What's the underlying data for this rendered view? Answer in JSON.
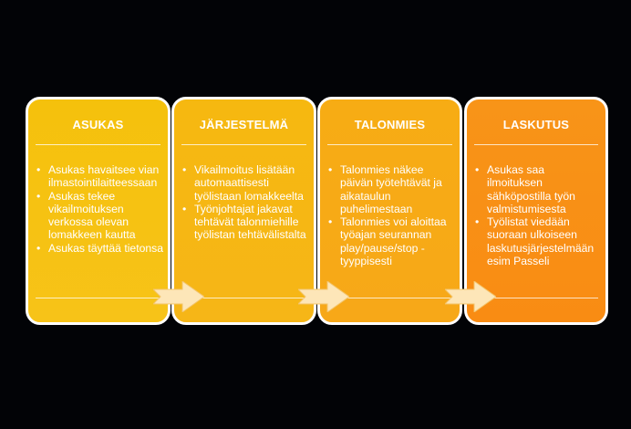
{
  "steps": [
    {
      "title": "ASUKAS",
      "items": [
        "Asukas havaitsee vian ilmastointilaitteessaan",
        "Asukas tekee vikailmoituksen verkossa olevan lomakkeen kautta",
        "Asukas täyttää tietonsa"
      ]
    },
    {
      "title": "JÄRJESTELMÄ",
      "items": [
        "Vikailmoitus lisätään automaattisesti työlistaan lomakkeelta",
        "Työnjohtajat jakavat tehtävät talonmiehille työlistan tehtävälistalta"
      ]
    },
    {
      "title": "TALONMIES",
      "items": [
        "Talonmies näkee päivän työtehtävät ja aikataulun puhelimestaan",
        "Talonmies voi aloittaa työajan seurannan play/pause/stop -tyyppisesti"
      ]
    },
    {
      "title": "LASKUTUS",
      "items": [
        "Asukas saa ilmoituksen sähköpostilla työn valmistumisesta",
        "Työlistat viedään suoraan ulkoiseen laskutusjärjestelmään esim Passeli"
      ]
    }
  ],
  "colors": {
    "background": "#020306",
    "card_border": "#ffffff",
    "arrow_fill": "#fde6b8",
    "step1": "#f5c10c",
    "step2": "#f6b810",
    "step3": "#f7ac14",
    "step4": "#f89418"
  },
  "icons": {
    "connector": "right-arrow-icon"
  }
}
